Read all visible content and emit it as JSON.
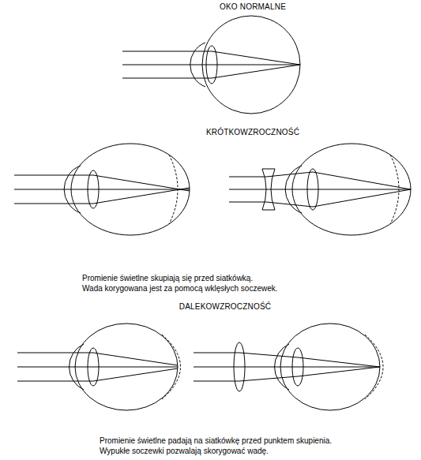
{
  "diagram": {
    "labels": [
      "OKO NORMALNE",
      "KRÓTKOWZROCZNOŚĆ",
      "Promienie świetlne skupiają się przed siatkówką.",
      "Wada korygowana jest za pomocą wklęsłych soczewek.",
      "DALEKOWZROCZNOŚĆ",
      "Promienie świetlne padają na siatkówkę przed punktem skupienia.",
      "Wypukłe soczewki pozwalają skorygować wadę."
    ]
  }
}
